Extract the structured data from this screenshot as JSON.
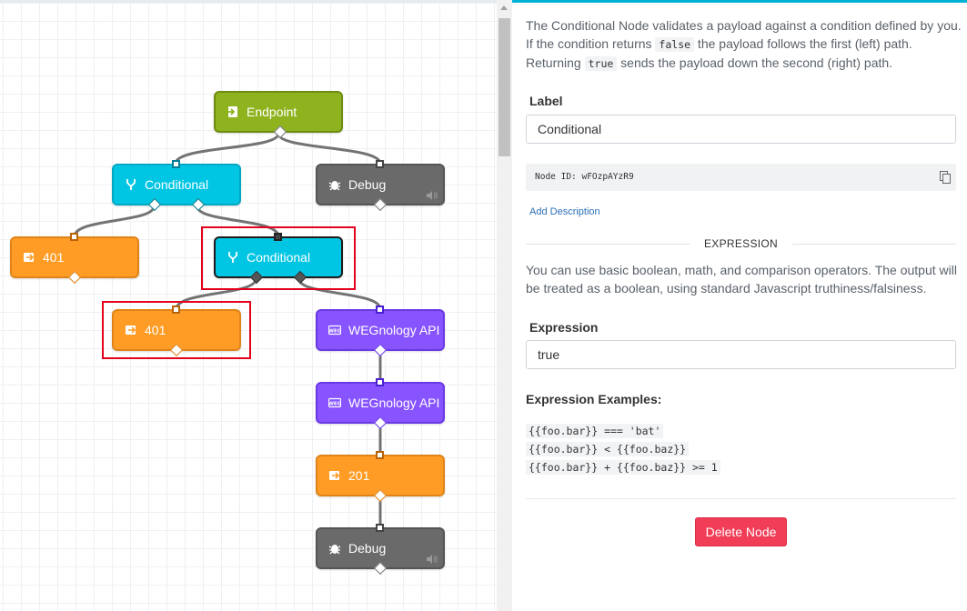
{
  "canvas": {
    "nodes": [
      {
        "id": "n1",
        "label": "Endpoint",
        "kind": "endpoint",
        "color": "#8fb31f"
      },
      {
        "id": "n2",
        "label": "Conditional",
        "kind": "conditional",
        "color": "#00c5e3"
      },
      {
        "id": "n3",
        "label": "Debug",
        "kind": "debug",
        "color": "#6a6a6a"
      },
      {
        "id": "n4",
        "label": "401",
        "kind": "response",
        "color": "#ff9c26"
      },
      {
        "id": "n5",
        "label": "Conditional",
        "kind": "conditional",
        "color": "#00c5e3",
        "selected": true
      },
      {
        "id": "n6",
        "label": "401",
        "kind": "response",
        "color": "#ff9c26",
        "highlighted": true
      },
      {
        "id": "n7",
        "label": "WEGnology API",
        "kind": "api",
        "color": "#8754ff"
      },
      {
        "id": "n8",
        "label": "WEGnology API",
        "kind": "api",
        "color": "#8754ff"
      },
      {
        "id": "n9",
        "label": "201",
        "kind": "response",
        "color": "#ff9c26"
      },
      {
        "id": "n10",
        "label": "Debug",
        "kind": "debug",
        "color": "#6a6a6a"
      }
    ],
    "highlight_color": "#e3001b"
  },
  "panel": {
    "accent_color": "#00b3d6",
    "intro": {
      "part1": "The Conditional Node validates a payload against a condition defined by you. If the condition returns ",
      "code_false": "false",
      "part2": " the payload follows the first (left) path. Returning ",
      "code_true": "true",
      "part3": " sends the payload down the second (right) path."
    },
    "label_title": "Label",
    "label_value": "Conditional",
    "node_id_text": "Node ID: wFOzpAYzR9",
    "add_description": "Add Description",
    "expression_section": "EXPRESSION",
    "expression_help": "You can use basic boolean, math, and comparison operators. The output will be treated as a boolean, using standard Javascript truthiness/falsiness.",
    "expression_title": "Expression",
    "expression_value": "true",
    "examples_title": "Expression Examples:",
    "examples": [
      "{{foo.bar}} === 'bat'",
      "{{foo.bar}} < {{foo.baz}}",
      "{{foo.bar}} + {{foo.baz}} >= 1"
    ],
    "delete_label": "Delete Node",
    "delete_color": "#f23d57"
  }
}
